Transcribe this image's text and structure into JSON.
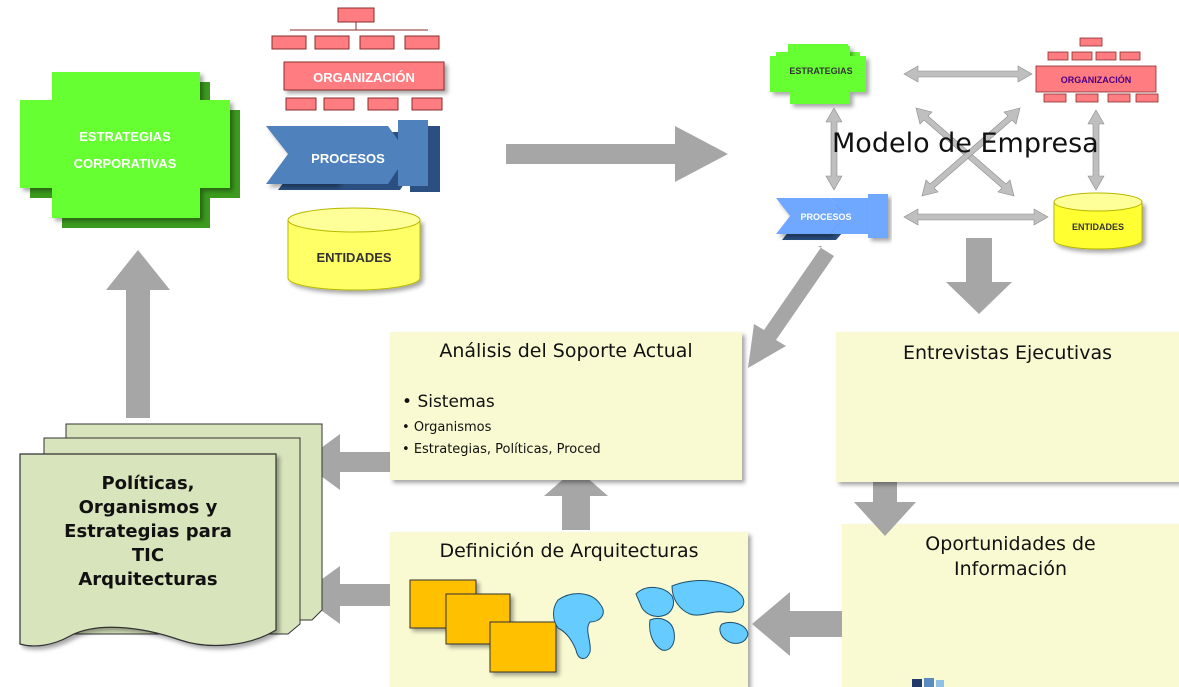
{
  "top_left": {
    "strategy_label": "ESTRATEGIAS CORPORATIVAS",
    "strategy_line1": "ESTRATEGIAS",
    "strategy_line2": "CORPORATIVAS",
    "organization_label": "ORGANIZACIÓN",
    "processes_label": "PROCESOS",
    "entities_label": "ENTIDADES"
  },
  "enterprise_model": {
    "title": "Modelo de Empresa",
    "strategies_label": "ESTRATEGIAS",
    "organization_label": "ORGANIZACIÓN",
    "processes_label": "PROCESOS",
    "entities_label": "ENTIDADES"
  },
  "analysis_box": {
    "title": "Análisis del Soporte Actual",
    "bullets": [
      "Sistemas",
      "Organismos",
      "Estrategias, Políticas, Proced"
    ]
  },
  "interviews_box": {
    "title": "Entrevistas Ejecutivas"
  },
  "architecture_box": {
    "title": "Definición de Arquitecturas"
  },
  "opportunities_box": {
    "title_line1": "Oportunidades de",
    "title_line2": "Información"
  },
  "policies_doc": {
    "lines": [
      "Políticas,",
      "Organismos y",
      "Estrategias para",
      "TIC",
      "Arquitecturas"
    ]
  },
  "colors": {
    "box_fill": "#fafad2",
    "arrow_gray": "#a6a6a6",
    "strategy_green": "#66ff33",
    "process_blue": "#4f81bd",
    "org_pink": "#ff7c80",
    "entity_yellow": "#ffff66",
    "doc_green": "#d8e4bc",
    "check_red": "#e02020"
  }
}
